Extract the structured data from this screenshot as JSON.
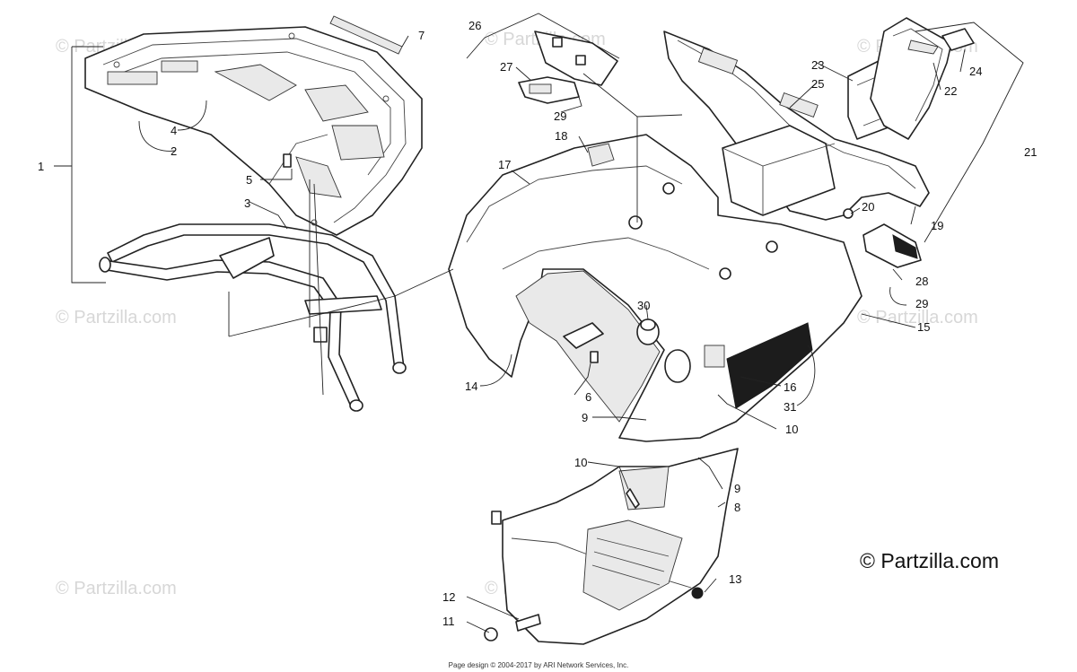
{
  "watermark_text": "© Partzilla.com",
  "brand": "© Partzilla.com",
  "footer": "Page design © 2004-2017 by ARI Network Services, Inc.",
  "callouts": [
    "1",
    "2",
    "3",
    "4",
    "5",
    "6",
    "7",
    "8",
    "9",
    "9",
    "10",
    "10",
    "11",
    "12",
    "13",
    "14",
    "15",
    "16",
    "17",
    "18",
    "19",
    "20",
    "21",
    "22",
    "23",
    "24",
    "25",
    "26",
    "27",
    "28",
    "29",
    "29",
    "30",
    "31"
  ]
}
